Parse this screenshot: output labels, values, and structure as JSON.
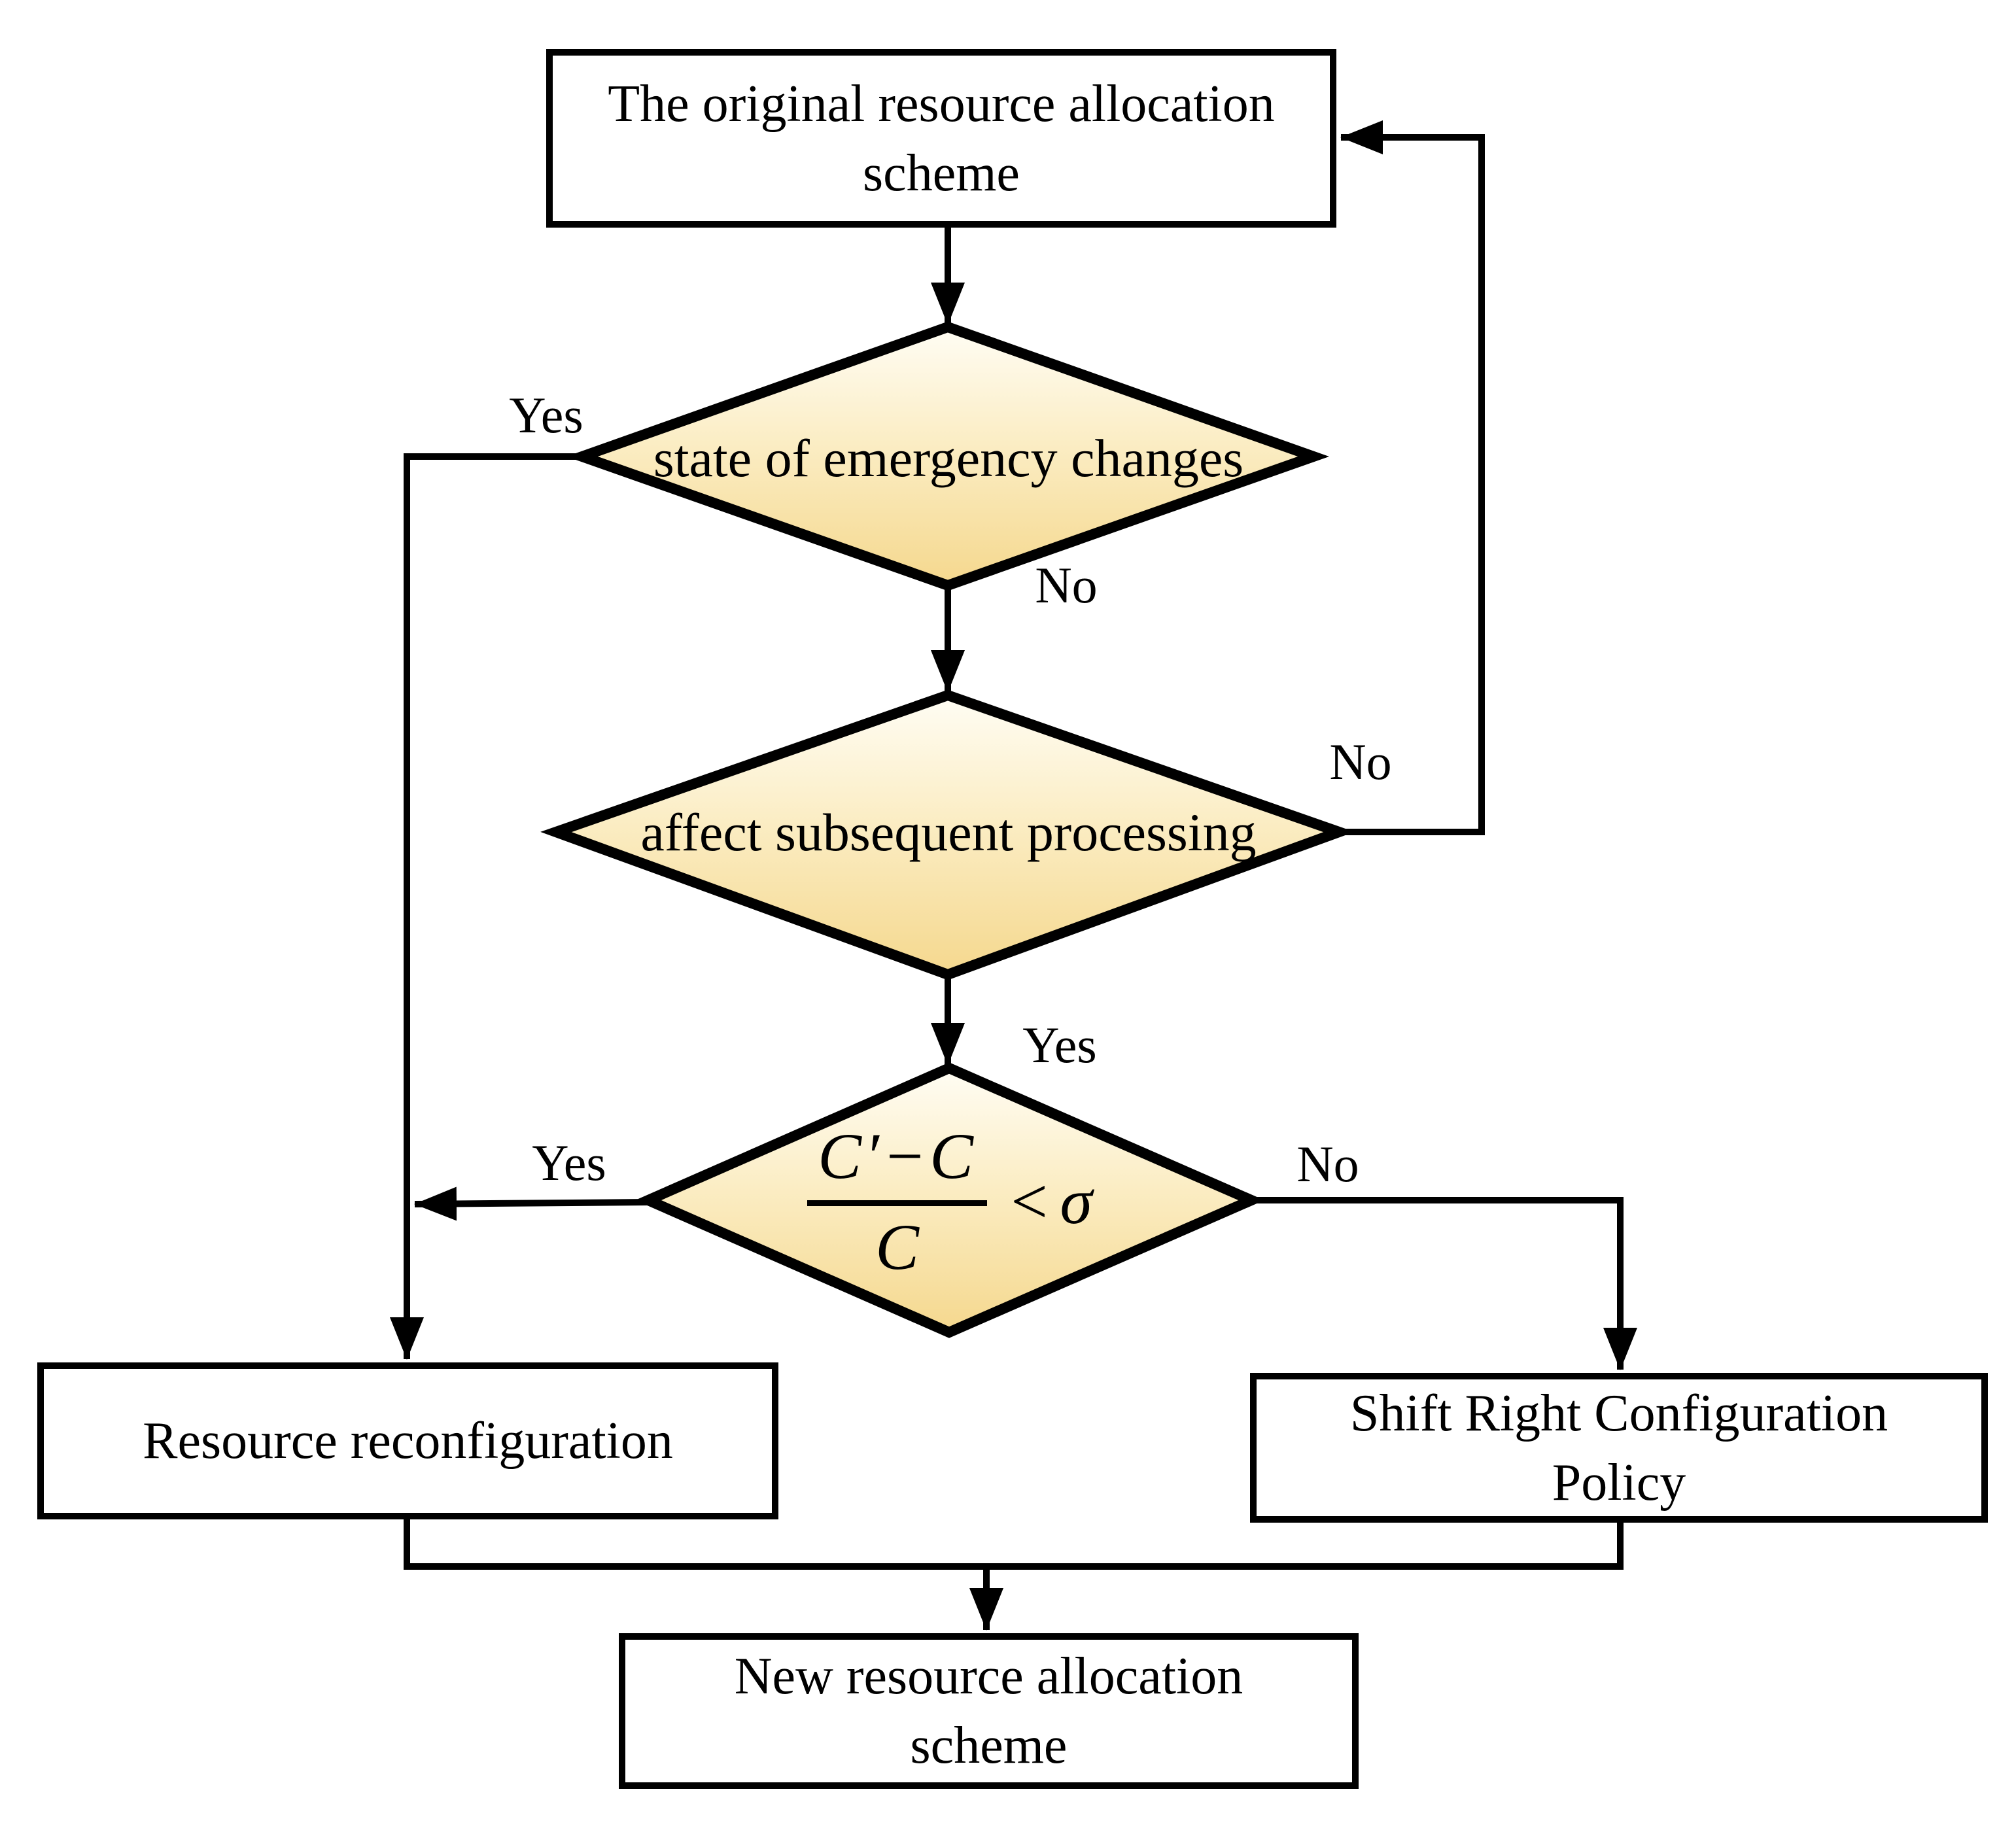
{
  "figure": {
    "type": "flowchart",
    "background": "#FFFFFF",
    "stroke_color": "#000000",
    "diamond_gradient_top": "#FFFDF4",
    "diamond_gradient_mid": "#FBEDC4",
    "diamond_gradient_bottom": "#F5D88E"
  },
  "nodes": {
    "original": {
      "lines": [
        "The original resource allocation",
        "scheme"
      ]
    },
    "emergency": {
      "label": "state of emergency changes"
    },
    "affect": {
      "label": "affect subsequent processing"
    },
    "threshold": {
      "formula": {
        "numerator": "C′−C",
        "denominator": "C",
        "relation": "<",
        "threshold_symbol": "σ"
      }
    },
    "reconfig": {
      "lines": [
        "Resource reconfiguration"
      ]
    },
    "shift_right": {
      "lines": [
        "Shift Right Configuration",
        "Policy"
      ]
    },
    "new_scheme": {
      "lines": [
        "New resource allocation",
        "scheme"
      ]
    }
  },
  "edges": {
    "emergency_yes": "Yes",
    "emergency_no": "No",
    "affect_no": "No",
    "affect_yes": "Yes",
    "threshold_yes": "Yes",
    "threshold_no": "No"
  }
}
